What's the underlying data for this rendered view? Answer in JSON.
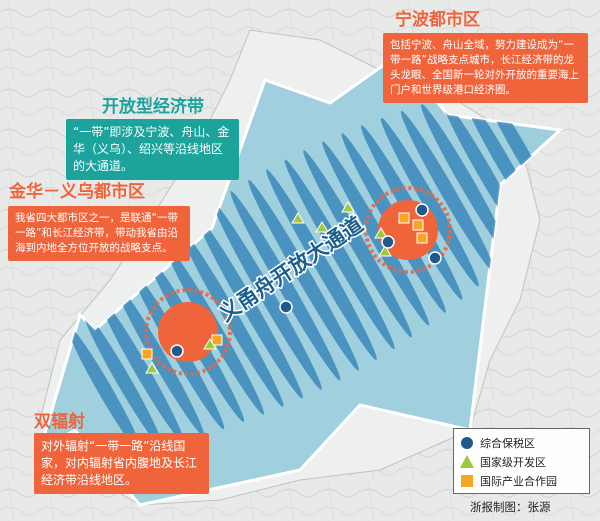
{
  "corridor_label": "义甬舟开放大通道",
  "regions": [
    {
      "title": "宁波都市区",
      "body": "包括宁波、舟山全域，努力建设成为“一带一路”战略支点城市，长江经济带的龙头龙眼、全国新一轮对外开放的重要海上门户和世界级港口经济圈。"
    },
    {
      "title": "开放型经济带",
      "body": "“一带”即涉及宁波、舟山、金华（义乌）、绍兴等沿线地区的大通道。"
    },
    {
      "title": "金华－义乌都市区",
      "body": "我省四大都市区之一，是联通“一带一路”和长江经济带，带动我省由沿海到内地全方位开放的战略支点。"
    },
    {
      "title": "双辐射",
      "body": "对外辐射“一带一路”沿线国家，对内辐射省内腹地及长江经济带沿线地区。"
    }
  ],
  "legend": [
    {
      "icon": "circle",
      "label": "综合保税区",
      "color": "#1e5a8c"
    },
    {
      "icon": "triangle",
      "label": "国家级开发区",
      "color": "#a0c83c"
    },
    {
      "icon": "square",
      "label": "国际产业合作园",
      "color": "#f5a623"
    }
  ],
  "credit": "浙报制图：张源",
  "colors": {
    "corridor": "#8cc8d8",
    "corridor_outline": "#ffffff",
    "hub": "#f0643c",
    "teal_title": "#1ba39c",
    "orange_title": "#f0643c",
    "ellipse": "#2d7fb5"
  }
}
